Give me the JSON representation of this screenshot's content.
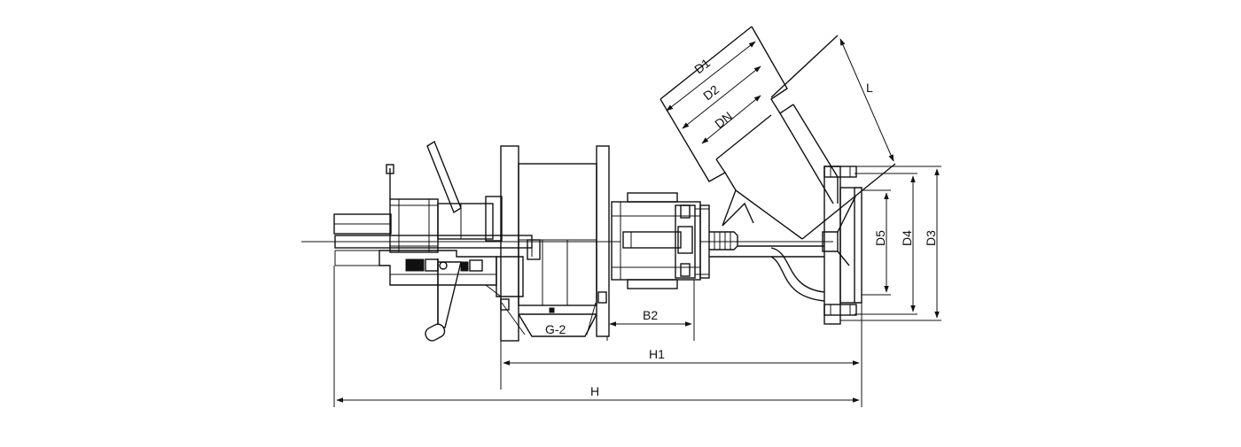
{
  "labels": {
    "d1": "D1",
    "d2": "D2",
    "dn": "DN",
    "l": "L",
    "d5": "D5",
    "d4": "D4",
    "d3": "D3",
    "b2": "B2",
    "g2": "G-2",
    "h1": "H1",
    "h": "H"
  },
  "colors": {
    "line": "#111111",
    "background": "#ffffff"
  }
}
